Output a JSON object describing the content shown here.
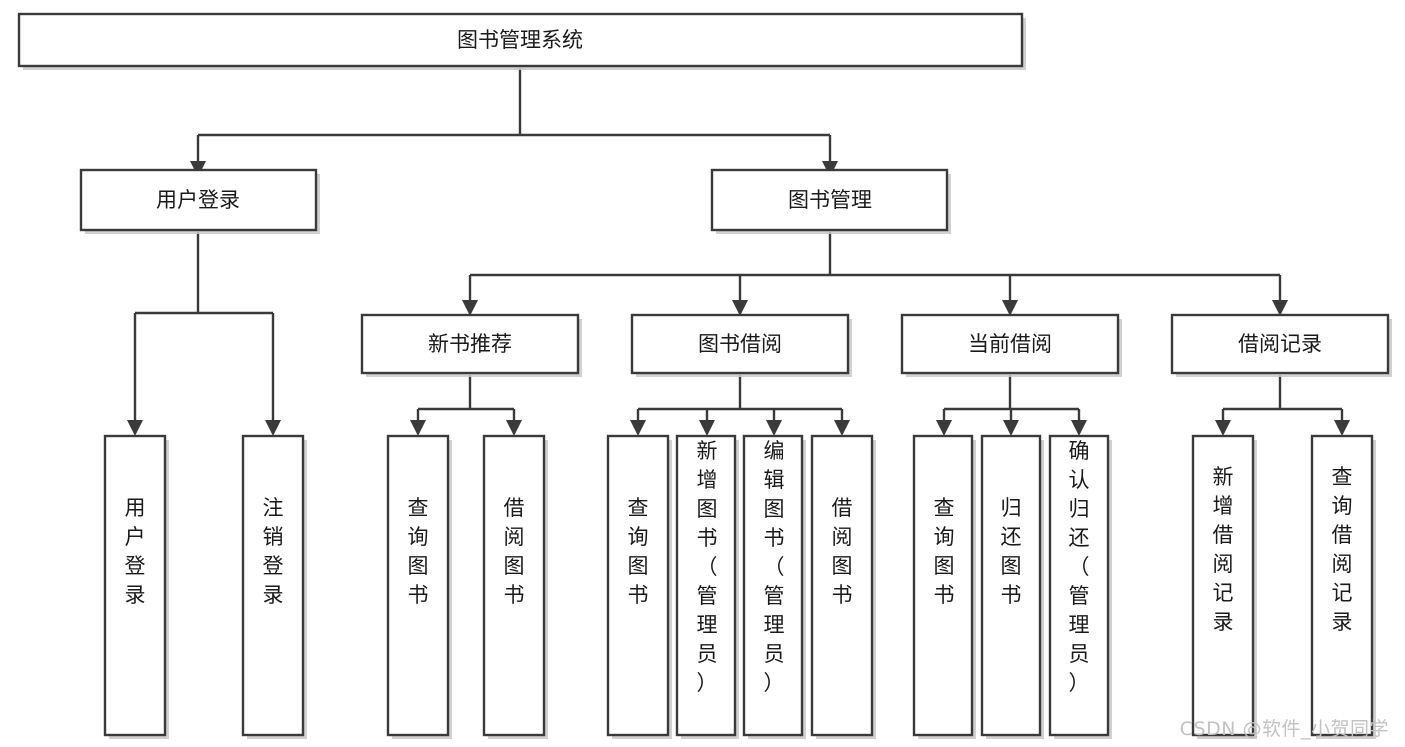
{
  "diagram": {
    "title": "图书管理系统",
    "type": "tree-hierarchy-diagram",
    "watermark": "CSDN @软件_小贺同学",
    "colors": {
      "background": "#ffffff",
      "box_border": "#3a3a3a",
      "box_fill": "#ffffff",
      "text": "#1a1a1a",
      "edge": "#3a3a3a",
      "watermark": "#c2c2c2"
    },
    "levels": [
      {
        "level": 1,
        "nodes": [
          {
            "id": "root",
            "label": "图书管理系统",
            "orientation": "horizontal"
          }
        ]
      },
      {
        "level": 2,
        "nodes": [
          {
            "id": "login",
            "label": "用户登录",
            "orientation": "horizontal",
            "parent": "root"
          },
          {
            "id": "bookmgmt",
            "label": "图书管理",
            "orientation": "horizontal",
            "parent": "root"
          }
        ]
      },
      {
        "level": 3,
        "nodes": [
          {
            "id": "newbook",
            "label": "新书推荐",
            "orientation": "horizontal",
            "parent": "bookmgmt"
          },
          {
            "id": "borrow",
            "label": "图书借阅",
            "orientation": "horizontal",
            "parent": "bookmgmt"
          },
          {
            "id": "current",
            "label": "当前借阅",
            "orientation": "horizontal",
            "parent": "bookmgmt"
          },
          {
            "id": "records",
            "label": "借阅记录",
            "orientation": "horizontal",
            "parent": "bookmgmt"
          }
        ]
      },
      {
        "level": 4,
        "nodes": [
          {
            "id": "leaf1",
            "label": "用户登录",
            "orientation": "vertical",
            "parent": "login"
          },
          {
            "id": "leaf2",
            "label": "注销登录",
            "orientation": "vertical",
            "parent": "login"
          },
          {
            "id": "leaf3",
            "label": "查询图书",
            "orientation": "vertical",
            "parent": "newbook"
          },
          {
            "id": "leaf4",
            "label": "借阅图书",
            "orientation": "vertical",
            "parent": "newbook"
          },
          {
            "id": "leaf5",
            "label": "查询图书",
            "orientation": "vertical",
            "parent": "borrow"
          },
          {
            "id": "leaf6",
            "label": "新增图书（管理员）",
            "orientation": "vertical",
            "parent": "borrow"
          },
          {
            "id": "leaf7",
            "label": "编辑图书（管理员）",
            "orientation": "vertical",
            "parent": "borrow"
          },
          {
            "id": "leaf8",
            "label": "借阅图书",
            "orientation": "vertical",
            "parent": "borrow"
          },
          {
            "id": "leaf9",
            "label": "查询图书",
            "orientation": "vertical",
            "parent": "current"
          },
          {
            "id": "leaf10",
            "label": "归还图书",
            "orientation": "vertical",
            "parent": "current"
          },
          {
            "id": "leaf11",
            "label": "确认归还（管理员）",
            "orientation": "vertical",
            "parent": "current"
          },
          {
            "id": "leaf12",
            "label": "新增借阅记录",
            "orientation": "vertical",
            "parent": "records"
          },
          {
            "id": "leaf13",
            "label": "查询借阅记录",
            "orientation": "vertical",
            "parent": "records"
          }
        ]
      }
    ]
  }
}
